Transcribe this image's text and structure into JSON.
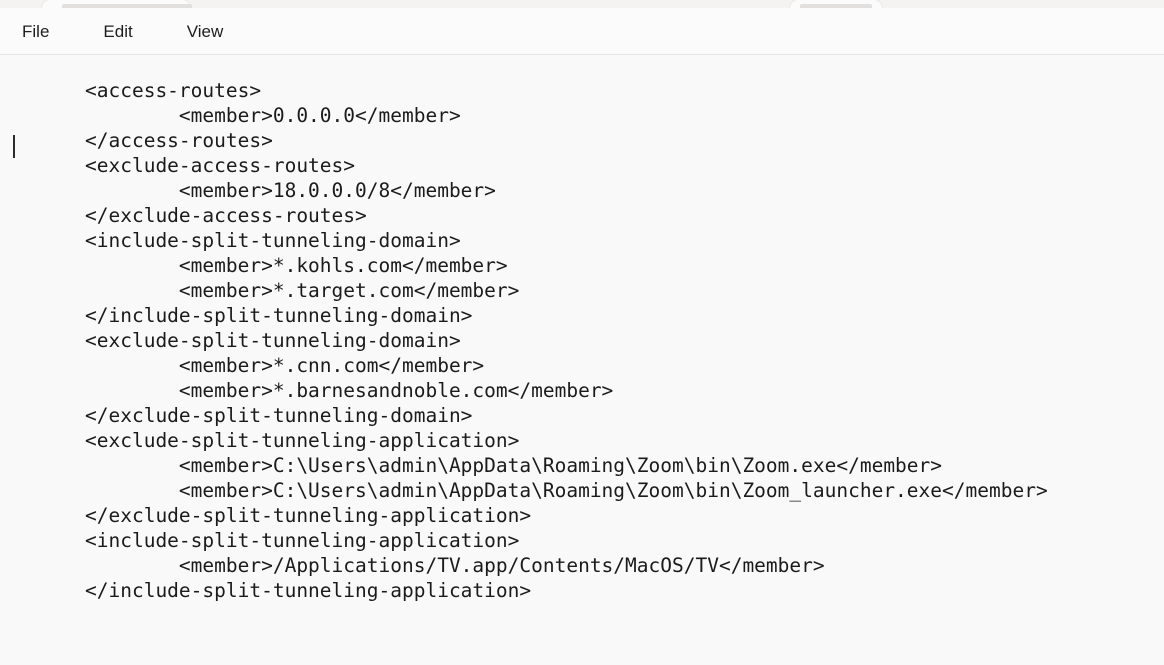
{
  "window": {
    "background_color": "#fbfbfb",
    "editor_background_color": "#f9f9f9",
    "text_color": "#1b1b1b"
  },
  "tabstrip": {
    "tab_active_name": "active-tab",
    "tab_secondary_name": "secondary-tab"
  },
  "menubar": {
    "items": [
      {
        "label": "File",
        "name": "menu-file"
      },
      {
        "label": "Edit",
        "name": "menu-edit"
      },
      {
        "label": "View",
        "name": "menu-view"
      }
    ]
  },
  "editor": {
    "caret_visible": true,
    "caret_line": 0,
    "caret_column": 0,
    "indent_unit": "        ",
    "language": "xml",
    "lines": [
      "<access-routes>",
      "        <member>0.0.0.0</member>",
      "</access-routes>",
      "<exclude-access-routes>",
      "        <member>18.0.0.0/8</member>",
      "</exclude-access-routes>",
      "<include-split-tunneling-domain>",
      "        <member>*.kohls.com</member>",
      "        <member>*.target.com</member>",
      "</include-split-tunneling-domain>",
      "<exclude-split-tunneling-domain>",
      "        <member>*.cnn.com</member>",
      "        <member>*.barnesandnoble.com</member>",
      "</exclude-split-tunneling-domain>",
      "<exclude-split-tunneling-application>",
      "        <member>C:\\Users\\admin\\AppData\\Roaming\\Zoom\\bin\\Zoom.exe</member>",
      "        <member>C:\\Users\\admin\\AppData\\Roaming\\Zoom\\bin\\Zoom_launcher.exe</member>",
      "</exclude-split-tunneling-application>",
      "<include-split-tunneling-application>",
      "        <member>/Applications/TV.app/Contents/MacOS/TV</member>",
      "</include-split-tunneling-application>"
    ]
  }
}
